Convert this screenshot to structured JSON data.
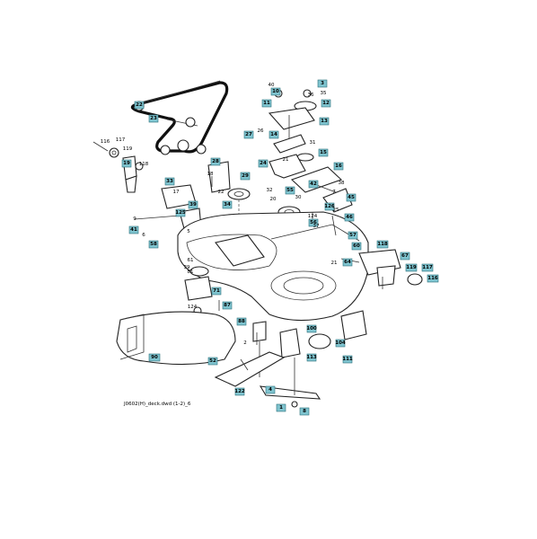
{
  "diagram": {
    "footer_code": "J0602(H)_deck.dwd (1-2)_6",
    "colors": {
      "callout_fill": "#7fc4cf",
      "line": "#222222",
      "background": "#ffffff"
    },
    "callouts": [
      {
        "id": "c1",
        "text": "3"
      },
      {
        "id": "c2",
        "text": "11"
      },
      {
        "id": "c3",
        "text": "12"
      },
      {
        "id": "c4",
        "text": "13"
      },
      {
        "id": "c5",
        "text": "14"
      },
      {
        "id": "c6",
        "text": "15"
      },
      {
        "id": "c7",
        "text": "16"
      },
      {
        "id": "c8",
        "text": "22"
      },
      {
        "id": "c9",
        "text": "23"
      },
      {
        "id": "c10",
        "text": "24"
      },
      {
        "id": "c11",
        "text": "28"
      },
      {
        "id": "c12",
        "text": "29"
      },
      {
        "id": "c13",
        "text": "33"
      },
      {
        "id": "c14",
        "text": "34"
      },
      {
        "id": "c15",
        "text": "39"
      },
      {
        "id": "c16",
        "text": "42"
      },
      {
        "id": "c17",
        "text": "45"
      },
      {
        "id": "c18",
        "text": "46"
      },
      {
        "id": "c19",
        "text": "55"
      },
      {
        "id": "c20",
        "text": "56"
      },
      {
        "id": "c21",
        "text": "57"
      },
      {
        "id": "c22",
        "text": "60"
      },
      {
        "id": "c23",
        "text": "64"
      },
      {
        "id": "c24",
        "text": "67"
      },
      {
        "id": "c25",
        "text": "71"
      },
      {
        "id": "c26",
        "text": "87"
      },
      {
        "id": "c27",
        "text": "88"
      },
      {
        "id": "c28",
        "text": "90"
      },
      {
        "id": "c29",
        "text": "100"
      },
      {
        "id": "c30",
        "text": "104"
      },
      {
        "id": "c31",
        "text": "111"
      },
      {
        "id": "c32",
        "text": "113"
      },
      {
        "id": "c33",
        "text": "118"
      },
      {
        "id": "c34",
        "text": "119"
      },
      {
        "id": "c35",
        "text": "117"
      },
      {
        "id": "c36",
        "text": "116"
      },
      {
        "id": "c37",
        "text": "125"
      },
      {
        "id": "c38",
        "text": "126"
      },
      {
        "id": "c39",
        "text": "122"
      },
      {
        "id": "c40",
        "text": "27"
      },
      {
        "id": "c41",
        "text": "10"
      },
      {
        "id": "c42",
        "text": "19"
      },
      {
        "id": "c43",
        "text": "41"
      },
      {
        "id": "c44",
        "text": "58"
      },
      {
        "id": "c45",
        "text": "52"
      },
      {
        "id": "c46",
        "text": "4"
      },
      {
        "id": "c47",
        "text": "8"
      },
      {
        "id": "c48",
        "text": "1"
      }
    ],
    "labels": [
      {
        "id": "l1",
        "text": "116"
      },
      {
        "id": "l2",
        "text": "117"
      },
      {
        "id": "l3",
        "text": "119"
      },
      {
        "id": "l4",
        "text": "118"
      },
      {
        "id": "l5",
        "text": "40"
      },
      {
        "id": "l6",
        "text": "36"
      },
      {
        "id": "l7",
        "text": "26"
      },
      {
        "id": "l8",
        "text": "31"
      },
      {
        "id": "l9",
        "text": "35"
      },
      {
        "id": "l10",
        "text": "21"
      },
      {
        "id": "l11",
        "text": "20"
      },
      {
        "id": "l12",
        "text": "32"
      },
      {
        "id": "l13",
        "text": "38"
      },
      {
        "id": "l14",
        "text": "61"
      },
      {
        "id": "l15",
        "text": "124"
      },
      {
        "id": "l16",
        "text": "2"
      },
      {
        "id": "l17",
        "text": "17"
      },
      {
        "id": "l18",
        "text": "18"
      },
      {
        "id": "l19",
        "text": "9"
      },
      {
        "id": "l20",
        "text": "5"
      },
      {
        "id": "l21",
        "text": "30"
      },
      {
        "id": "l22",
        "text": "7"
      },
      {
        "id": "l23",
        "text": "6"
      },
      {
        "id": "l24",
        "text": "81"
      },
      {
        "id": "l25",
        "text": "21"
      },
      {
        "id": "l26",
        "text": "22"
      },
      {
        "id": "l27",
        "text": "25"
      },
      {
        "id": "l28",
        "text": "39"
      },
      {
        "id": "l29",
        "text": "37"
      },
      {
        "id": "l30",
        "text": "124"
      }
    ]
  }
}
